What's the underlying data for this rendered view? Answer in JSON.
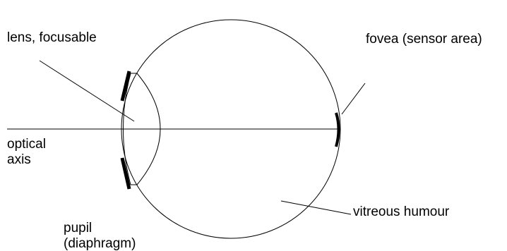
{
  "labels": {
    "lens": "lens, focusable",
    "fovea": "fovea (sensor area)",
    "optical_axis": [
      "optical",
      "axis"
    ],
    "vitreous": "vitreous humour",
    "pupil": [
      "pupil",
      "(diaphragm)"
    ]
  },
  "colors": {
    "line": "#000000",
    "background": "#ffffff"
  }
}
